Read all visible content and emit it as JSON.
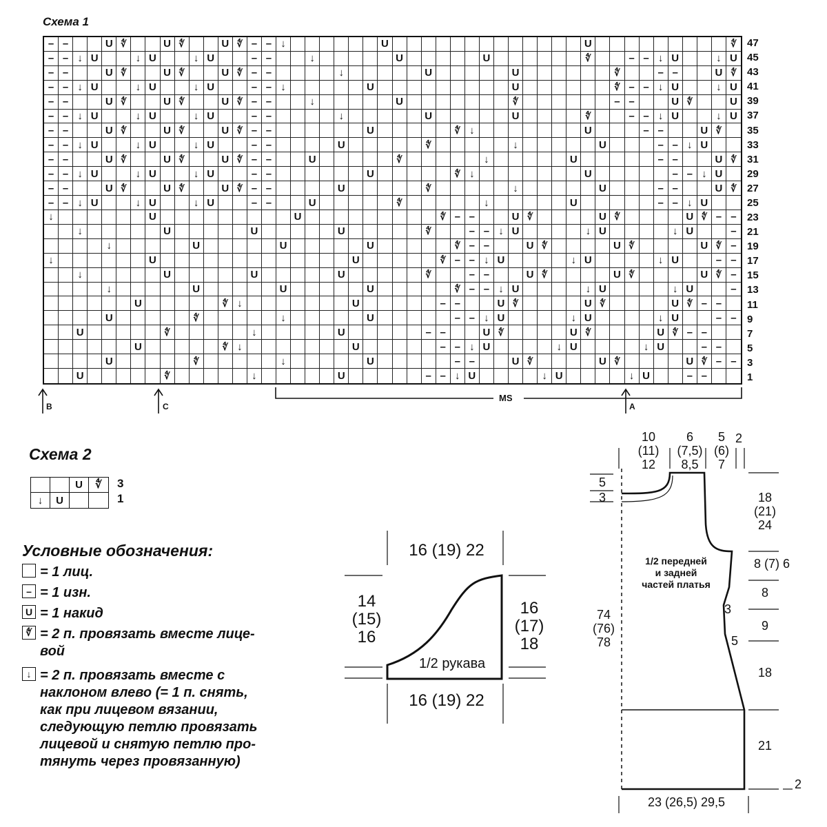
{
  "scheme1": {
    "title": "Схема 1",
    "row_numbers": [
      "47",
      "45",
      "43",
      "41",
      "39",
      "37",
      "35",
      "33",
      "31",
      "29",
      "27",
      "25",
      "23",
      "21",
      "19",
      "17",
      "15",
      "13",
      "11",
      "9",
      "7",
      "5",
      "3",
      "1"
    ],
    "rows": [
      "--  UX  UX  UX--D      U             U         X--  UX  UX  UX--",
      "--DU  DU  DU  --  D     U     U      X  --DU  DU  DU  --",
      "--  UX  UX  UX--    D     U     U      X  --  UX  UX  UX--",
      "--DU  DU  DU  --D     U         U      X--DU  DU  DU  --",
      "--  UX  UX  UX--  D     U       X      --  UX  UX  UX--",
      "--DU  DU  DU  --    D     U     U    X  --DU  DU  DU  --",
      "--  UX  UX  UX--      U     XD       U   --  UX  UX  UX--",
      "--DU  DU  DU  --    U     X     D     U   --DU  DU  DU  --",
      "--  UX  UX  UX--  U     X     D     U     --  UX  UX  UX--",
      "--DU  DU  DU  --      U     XD       U     --DU  DU  DU  --",
      "--  UX  UX  UX--    U     X     D     U   --  UX  UX  UX--",
      "--DU  DU  DU  --  U     X     D     U     --DU  DU  DU  --",
      "D      U         U         X--  UX    UX    UX--D     U     U   X",
      "  D     U     U     U     X  --DU    DU    DU  --         U     U   X ",
      "    D     U     U     U     X--  UX    UX    UX--    D     U     U     X",
      "D      U             U     X--DU    DU    DU  --D     U     U   X",
      "  D     U     U     U     X  --  UX    UX    UX--  D     U     U   X ",
      "    D     U     U     U     X--DU    DU    DU  --    D     U     U     X",
      "      U     XD       U     --  UX    UX    UX--      U     XD       U   ",
      "    U     X     D     U     --DU    DU    DU  --    U     X     D     U ",
      "  U     X     D     U     --  UX    UX    UX--  U     X     D     U   ",
      "      U     XD       U     --DU    DU    DU  --      U     XD       U   ",
      "    U     X     D     U     --  UX    UX    UX--    U     X     D     U ",
      "  U     X     D     U     --DU    DU    DU  --  U     X     D     U   "
    ],
    "arrows": {
      "b": "B",
      "c": "C",
      "a": "A"
    },
    "ms_label": "MS"
  },
  "scheme2": {
    "title": "Схема 2",
    "rows": [
      "  UX",
      "DU  "
    ],
    "row_numbers": [
      "3",
      "1"
    ]
  },
  "legend": {
    "title": "Условные обозначения:",
    "items": [
      {
        "symbol": " ",
        "text": "= 1 лиц."
      },
      {
        "symbol": "–",
        "text": "= 1 изн."
      },
      {
        "symbol": "U",
        "text": "= 1 накид"
      },
      {
        "symbol": "X",
        "text": "= 2 п. провязать вместе лице-\nвой"
      },
      {
        "symbol": "D",
        "text": "= 2 п. провязать вместе с\nнаклоном влево (= 1 п. снять,\nкак при лицевом вязании,\nследующую петлю провязать\nлицевой и снятую петлю про-\nтянуть через провязанную)"
      }
    ]
  },
  "sleeve": {
    "label": "1/2 рукава",
    "top_width": "16 (19) 22",
    "bottom_width": "16 (19) 22",
    "left_height": "14\n(15)\n16",
    "right_height": "16\n(17)\n18"
  },
  "body": {
    "label": "1/2 передней\nи задней\nчастей платья",
    "top_1": "10\n(11)\n12",
    "top_2": "6\n(7,5)\n8,5",
    "top_3": "5\n(6)\n7",
    "top_4": "2",
    "neck_5": "5",
    "neck_3": "3",
    "armhole": "18\n(21)\n24",
    "side_1": "8 (7) 6",
    "side_2": "8",
    "side_3": "9",
    "side_4": "18",
    "side_5": "21",
    "side_6": "2",
    "total": "74\n(76)\n78",
    "dec_3": "3",
    "dec_5": "5",
    "bottom": "23 (26,5) 29,5"
  }
}
